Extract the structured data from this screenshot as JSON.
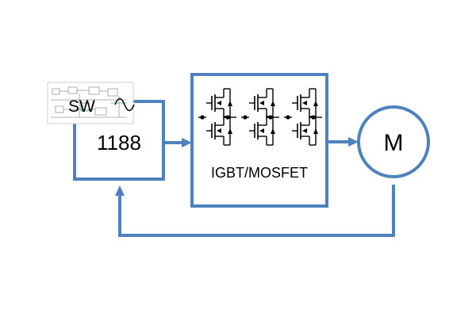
{
  "diagram": {
    "controller": {
      "sw_label": "SW",
      "number": "1188"
    },
    "power_stage": {
      "label": "IGBT/MOSFET"
    },
    "motor": {
      "label": "M"
    }
  },
  "colors": {
    "line": "#4f81bd",
    "ink": "#000000",
    "background": "#ffffff"
  },
  "icons": [
    "schematic-thumbnail-icon",
    "sine-wave-icon",
    "transistor-icon",
    "arrow-head-icon"
  ]
}
